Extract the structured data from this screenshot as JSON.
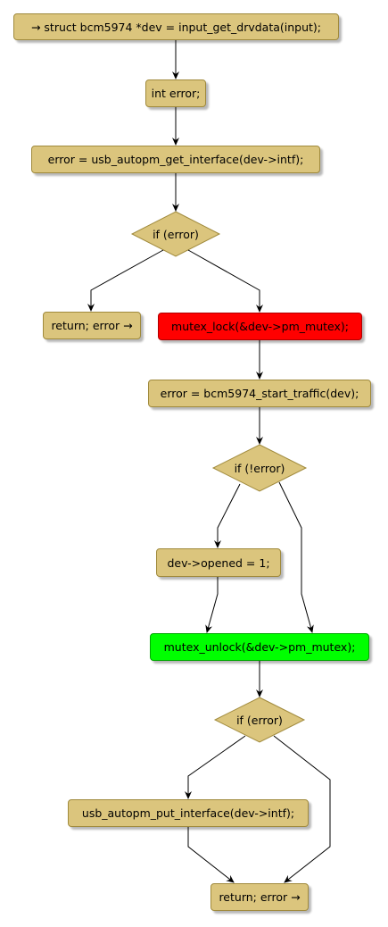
{
  "colors": {
    "node_fill": "#dbc57d",
    "node_border": "#a08a3c",
    "lock_fill": "#ff0000",
    "unlock_fill": "#00ff00",
    "edge": "#000000"
  },
  "nodes": {
    "start": "→ struct bcm5974 *dev = input_get_drvdata(input);",
    "decl": "int error;",
    "get_interface": "error = usb_autopm_get_interface(dev->intf);",
    "if_error_1": "if (error)",
    "return_1": "return; error →",
    "mutex_lock": "mutex_lock(&dev->pm_mutex);",
    "start_traffic": "error = bcm5974_start_traffic(dev);",
    "if_not_error": "if (!error)",
    "opened": "dev->opened = 1;",
    "mutex_unlock": "mutex_unlock(&dev->pm_mutex);",
    "if_error_2": "if (error)",
    "put_interface": "usb_autopm_put_interface(dev->intf);",
    "return_2": "return; error →"
  }
}
